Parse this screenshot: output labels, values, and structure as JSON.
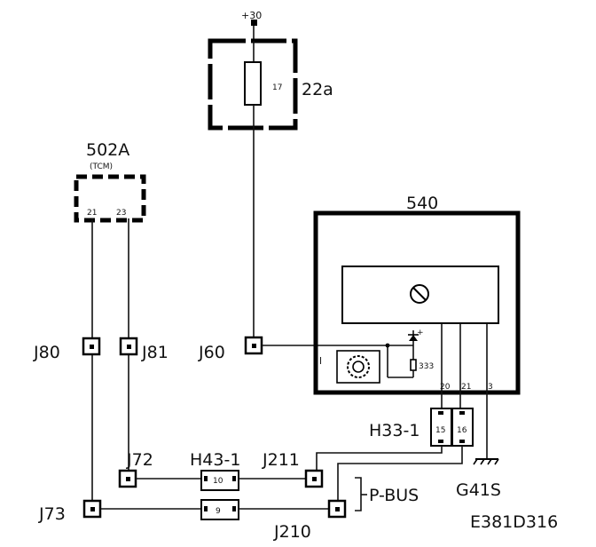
{
  "diagram_id": "E381D316",
  "supply": {
    "label": "+30"
  },
  "fuse_box": {
    "id": "22a",
    "fuse": "17"
  },
  "module_a": {
    "id": "502A",
    "subtitle": "(TCM)",
    "pins": [
      "21",
      "23"
    ]
  },
  "module_b": {
    "id": "540",
    "pins": [
      "20",
      "21",
      "3"
    ],
    "diode_label": "+",
    "resistor_label": "333",
    "side_label": "l"
  },
  "junctions": {
    "j80": "J80",
    "j81": "J81",
    "j60": "J60",
    "j72": "J72",
    "j73": "J73",
    "j211": "J211",
    "j210": "J210"
  },
  "connector_h43": {
    "id": "H43-1",
    "pins": [
      "10",
      "9"
    ]
  },
  "connector_h33": {
    "id": "H33-1",
    "pins": [
      "15",
      "16"
    ]
  },
  "bus_label": "P-BUS",
  "ground": {
    "id": "G41S"
  }
}
